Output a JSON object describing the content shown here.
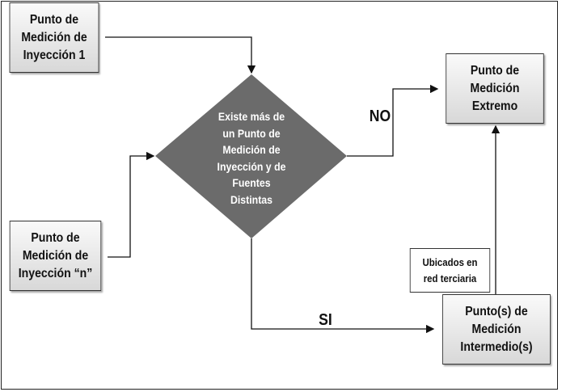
{
  "boxes": {
    "injection_1": [
      "Punto de",
      "Medición de",
      "Inyección 1"
    ],
    "injection_n": [
      "Punto de",
      "Medición de",
      "Inyección “n”"
    ],
    "extreme": [
      "Punto de",
      "Medición",
      "Extremo"
    ],
    "intermediate": [
      "Punto(s) de",
      "Medición",
      "Intermedio(s)"
    ],
    "note": [
      "Ubicados en",
      "red terciaria"
    ]
  },
  "decision": [
    "Existe más de",
    "un Punto de",
    "Medición de",
    "Inyección y de",
    "Fuentes",
    "Distintas"
  ],
  "labels": {
    "no": "NO",
    "yes": "SI"
  },
  "colors": {
    "diamond": "#6b6b6b",
    "lines": "#111111"
  }
}
